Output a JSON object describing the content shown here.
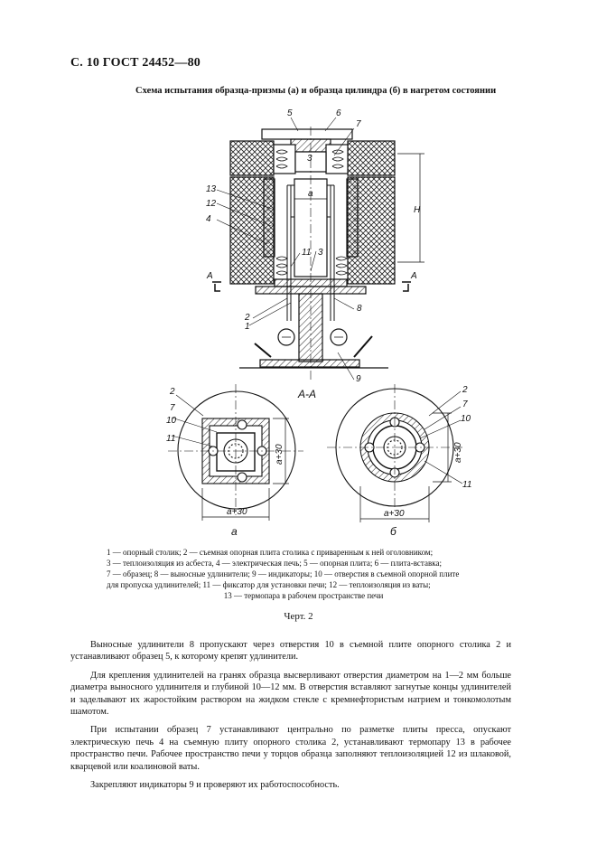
{
  "page": {
    "header": "С. 10 ГОСТ 24452—80",
    "figure_title": "Схема испытания образца-призмы (а) и образца цилиндра (б) в нагретом состоянии"
  },
  "figure": {
    "section_label": "А-А",
    "cut_label_left": "А",
    "cut_label_right": "А",
    "dim_a": "а",
    "dim_H": "Н",
    "dim_a30_bottom_left": "а+30",
    "dim_a30_side_left": "а+30",
    "dim_a30_bottom_right": "а+30",
    "dim_a30_side_right": "а+30",
    "sub_a": "а",
    "sub_b": "б",
    "callouts_top": [
      "5",
      "6",
      "7",
      "3",
      "13",
      "12",
      "4",
      "11",
      "3",
      "2",
      "1",
      "8",
      "9"
    ],
    "callouts_left_circle": [
      "2",
      "7",
      "10",
      "11"
    ],
    "callouts_right_circle": [
      "2",
      "7",
      "10",
      "11"
    ]
  },
  "legend": {
    "line1": "1 — опорный столик; 2 — съемная опорная плита столика с приваренным к ней оголовником;",
    "line2": "3 — теплоизоляция из асбеста, 4 — электрическая печь; 5 — опорная плита; 6 — плита-вставка;",
    "line3": "7 — образец; 8 — выносные удлинители; 9 — индикаторы; 10 — отверстия в съемной опорной плите",
    "line4": "для пропуска удлинителей; 11 — фиксатор для установки печи; 12 — теплоизоляция из ваты;",
    "line5": "13 — термопара в рабочем пространстве печи"
  },
  "caption": "Черт. 2",
  "body": {
    "p1": "Выносные удлинители 8 пропускают через отверстия 10 в съемной плите опорного столика 2 и устанавливают образец 5, к которому крепят удлинители.",
    "p2": "Для крепления удлинителей на гранях образца высверливают отверстия диаметром на 1—2 мм больше диаметра выносного удлинителя и глубиной 10—12 мм. В отверстия вставляют загнутые концы удлинителей и заделывают их жаростойким раствором на жидком стекле с кремнефтористым натрием и тонкомолотым шамотом.",
    "p3": "При испытании образец 7 устанавливают центрально по разметке плиты пресса, опускают электрическую печь 4 на съемную плиту опорного столика 2, устанавливают термопару 13 в рабочее пространство печи. Рабочее пространство печи у торцов образца заполняют теплоизоляцией 12 из шлаковой, кварцевой или коалиновой ваты.",
    "p4": "Закрепляют индикаторы 9 и проверяют их работоспособность."
  }
}
